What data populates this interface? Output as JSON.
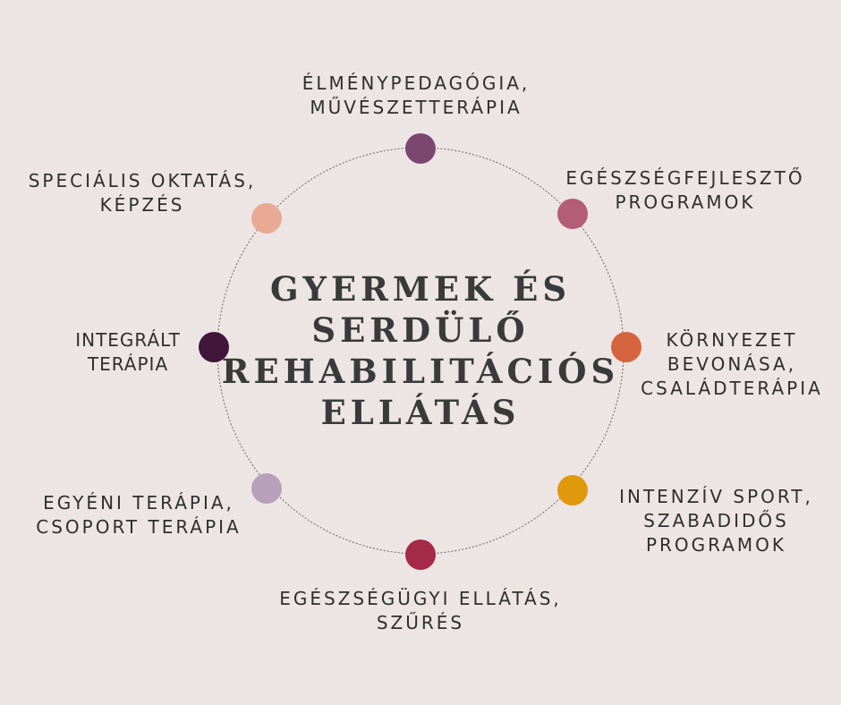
{
  "center": {
    "line1": "GYERMEK ÉS",
    "line2": "SERDÜLŐ",
    "line3": "REHABILITÁCIÓS",
    "line4": "ELLÁTÁS"
  },
  "nodes": [
    {
      "lines": [
        "ÉLMÉNYPEDAGÓGIA,",
        "MŰVÉSZETTERÁPIA"
      ],
      "color": "#7b4670"
    },
    {
      "lines": [
        "EGÉSZSÉGFEJLESZTŐ",
        "PROGRAMOK"
      ],
      "color": "#b45d78"
    },
    {
      "lines": [
        "KÖRNYEZET",
        "BEVONÁSA,",
        "CSALÁDTERÁPIA"
      ],
      "color": "#d4643e"
    },
    {
      "lines": [
        "INTENZÍV SPORT,",
        "SZABADIDŐS",
        "PROGRAMOK"
      ],
      "color": "#e0980c"
    },
    {
      "lines": [
        "EGÉSZSÉGÜGYI ELLÁTÁS,",
        "SZŰRÉS"
      ],
      "color": "#a52948"
    },
    {
      "lines": [
        "EGYÉNI TERÁPIA,",
        "CSOPORT TERÁPIA"
      ],
      "color": "#b9a0ba"
    },
    {
      "lines": [
        "INTEGRÁLT",
        "TERÁPIA"
      ],
      "color": "#40173a"
    },
    {
      "lines": [
        "SPECIÁLIS OKTATÁS,",
        "KÉPZÉS"
      ],
      "color": "#e8aa95"
    }
  ]
}
